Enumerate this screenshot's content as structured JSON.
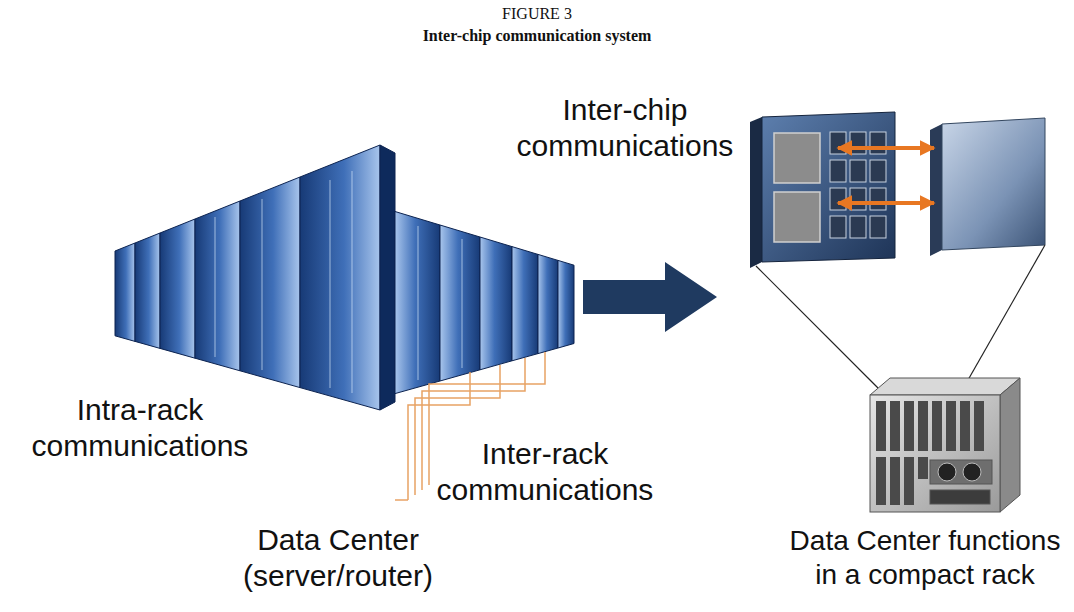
{
  "diagram": {
    "title": "Inter-chip communication system",
    "labels": [
      "FIGURE 3",
      "Inter-chip communications",
      "Intra-rack communications",
      "Inter-rack communications",
      "Data Center (server/router)",
      "Data Center functions in a compact rack"
    ]
  }
}
